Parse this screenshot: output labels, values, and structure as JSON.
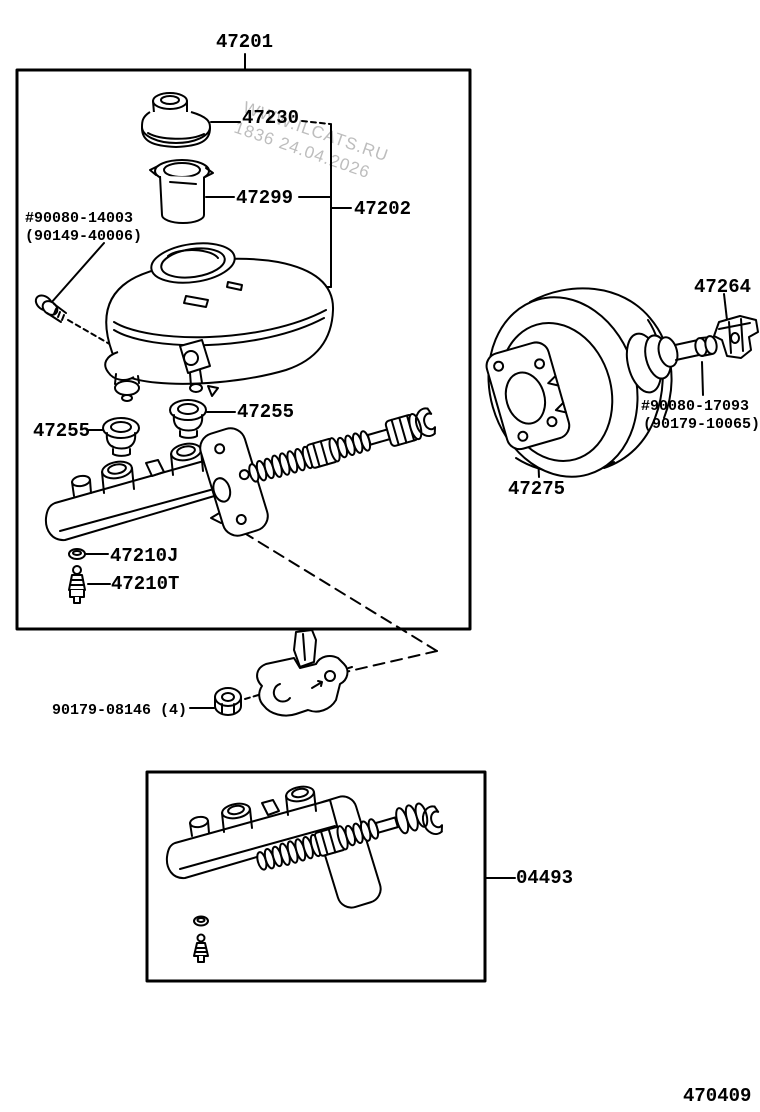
{
  "page": {
    "background_color": "#ffffff",
    "line_color": "#000000",
    "watermark_color": "#bdbdbd"
  },
  "watermark": {
    "line1": "WWW.ILCATS.RU",
    "line2": "1836 24.04.2026"
  },
  "footer": {
    "diagram_code": "470409"
  },
  "parts": {
    "assembly_box": "47201",
    "reservoir_cap": "47230",
    "reservoir_filter": "47299",
    "reservoir_assy": "47202",
    "reservoir_set_bolt": "#90080-14003",
    "reservoir_set_bolt_alt": "(90149-40006)",
    "grommet_front": "47255",
    "grommet_rear": "47255",
    "gasket": "47210J",
    "bleeder_plug": "47210T",
    "bracket_nut": "90179-08146 (4)",
    "push_rod_clevis": "47264",
    "clevis_lock_nut": "#90080-17093",
    "clevis_lock_nut_alt": "(90179-10065)",
    "booster_gasket": "47275",
    "cylinder_repair_kit": "04493"
  }
}
